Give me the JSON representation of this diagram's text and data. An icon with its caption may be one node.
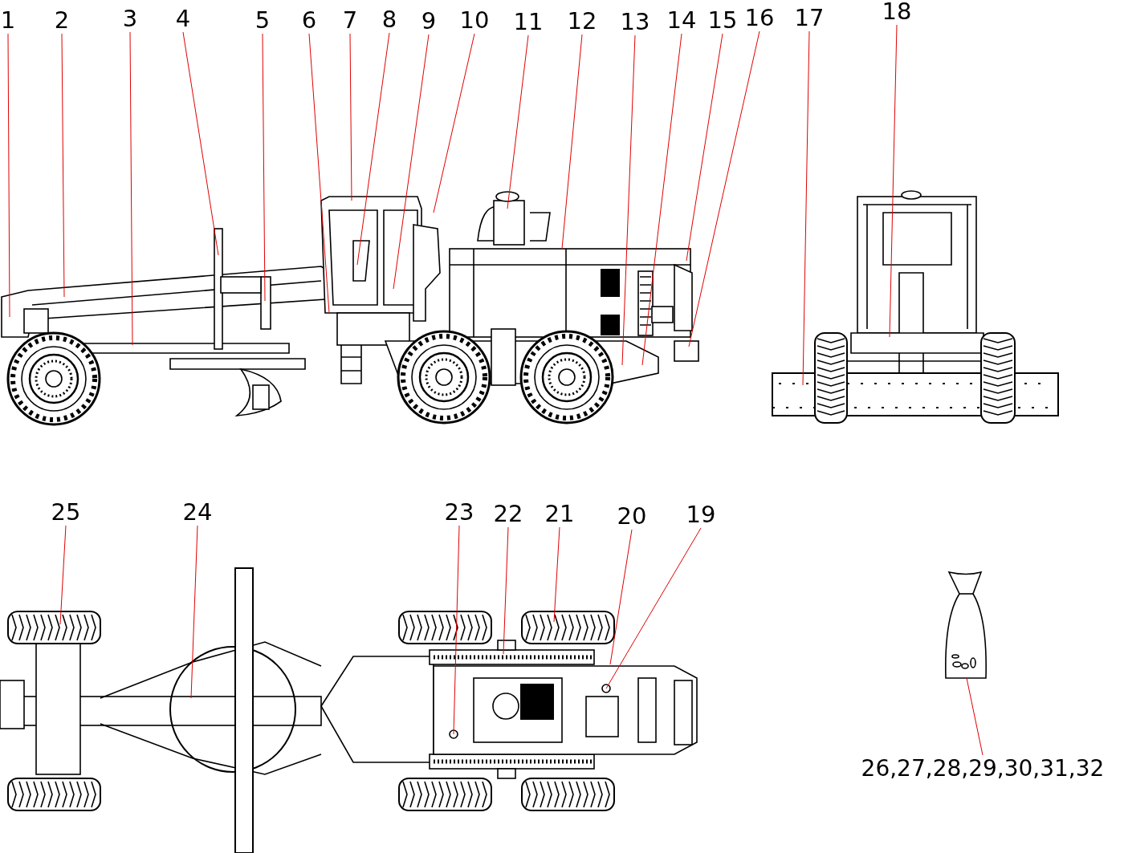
{
  "diagram": {
    "nodes": [
      {
        "text": [
          "1"
        ]
      },
      {
        "text": [
          "2"
        ]
      },
      {
        "text": [
          "3"
        ]
      },
      {
        "text": [
          "4"
        ]
      },
      {
        "text": [
          "5"
        ]
      },
      {
        "text": [
          "6"
        ]
      },
      {
        "text": [
          "7"
        ]
      },
      {
        "text": [
          "8"
        ]
      },
      {
        "text": [
          "9"
        ]
      },
      {
        "text": [
          "10"
        ]
      },
      {
        "text": [
          "11"
        ]
      },
      {
        "text": [
          "12"
        ]
      },
      {
        "text": [
          "13"
        ]
      },
      {
        "text": [
          "14"
        ]
      },
      {
        "text": [
          "15"
        ]
      },
      {
        "text": [
          "16"
        ]
      },
      {
        "text": [
          "17"
        ]
      },
      {
        "text": [
          "18"
        ]
      },
      {
        "text": [
          "19"
        ]
      },
      {
        "text": [
          "20"
        ]
      },
      {
        "text": [
          "21"
        ]
      },
      {
        "text": [
          "22"
        ]
      },
      {
        "text": [
          "23"
        ]
      },
      {
        "text": [
          "24"
        ]
      },
      {
        "text": [
          "25"
        ]
      },
      {
        "text": [
          "26,27,28,29,30,31,32"
        ]
      },
      {
        "text": [],
        "shape": "picture"
      }
    ],
    "edges": [
      {
        "from": 0,
        "to": null,
        "arrow": "none"
      },
      {
        "from": 1,
        "to": null,
        "arrow": "none"
      },
      {
        "from": 2,
        "to": null,
        "arrow": "none"
      },
      {
        "from": 3,
        "to": null,
        "arrow": "none"
      },
      {
        "from": 4,
        "to": null,
        "arrow": "none"
      },
      {
        "from": 5,
        "to": null,
        "arrow": "none"
      },
      {
        "from": 6,
        "to": null,
        "arrow": "none"
      },
      {
        "from": 7,
        "to": null,
        "arrow": "none"
      },
      {
        "from": 8,
        "to": null,
        "arrow": "none"
      },
      {
        "from": 9,
        "to": null,
        "arrow": "none"
      },
      {
        "from": 10,
        "to": null,
        "arrow": "none"
      },
      {
        "from": 11,
        "to": null,
        "arrow": "none"
      },
      {
        "from": 12,
        "to": null,
        "arrow": "none"
      },
      {
        "from": 13,
        "to": null,
        "arrow": "none"
      },
      {
        "from": 14,
        "to": null,
        "arrow": "none"
      },
      {
        "from": 15,
        "to": null,
        "arrow": "none"
      },
      {
        "from": 16,
        "to": null,
        "arrow": "none"
      },
      {
        "from": 17,
        "to": null,
        "arrow": "none"
      },
      {
        "from": 18,
        "to": null,
        "arrow": "none"
      },
      {
        "from": 19,
        "to": null,
        "arrow": "none"
      },
      {
        "from": 20,
        "to": null,
        "arrow": "none"
      },
      {
        "from": 21,
        "to": null,
        "arrow": "none"
      },
      {
        "from": 22,
        "to": null,
        "arrow": "none"
      },
      {
        "from": 23,
        "to": null,
        "arrow": "none"
      },
      {
        "from": 24,
        "to": null,
        "arrow": "none"
      },
      {
        "from": 25,
        "to": 26,
        "arrow": "none"
      }
    ]
  }
}
